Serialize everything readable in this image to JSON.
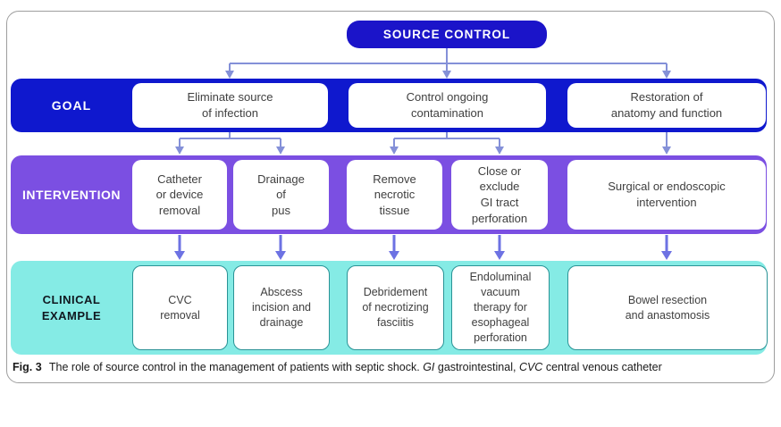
{
  "colors": {
    "source_control_bg": "#1b14c9",
    "goal_band_bg": "#0f18ce",
    "intervention_band_bg": "#7b4fe2",
    "clinical_band_bg": "#85ebe5",
    "upper_arrow": "#8490d8",
    "lower_arrow": "#6d72e3",
    "clinical_box_border": "#2a9396",
    "box_text": "#3f3f3f"
  },
  "diagram": {
    "root_label": "SOURCE CONTROL",
    "goal": {
      "row_label": "GOAL",
      "boxes": [
        "Eliminate source\nof infection",
        "Control ongoing\ncontamination",
        "Restoration of\nanatomy and function"
      ]
    },
    "intervention": {
      "row_label": "INTERVENTION",
      "boxes": [
        "Catheter\nor device\nremoval",
        "Drainage\nof\npus",
        "Remove\nnecrotic\ntissue",
        "Close or\nexclude\nGI tract\nperforation",
        "Surgical or endoscopic\nintervention"
      ]
    },
    "clinical_example": {
      "row_label": "CLINICAL\nEXAMPLE",
      "boxes": [
        "CVC\nremoval",
        "Abscess\nincision and\ndrainage",
        "Debridement\nof necrotizing\nfasciitis",
        "Endoluminal\nvacuum\ntherapy for\nesophageal\nperforation",
        "Bowel resection\nand anastomosis"
      ]
    }
  },
  "caption": {
    "fig_label": "Fig. 3",
    "body": "The role of source control in the management of patients with septic shock.",
    "abbr_gi": "GI",
    "abbr_gi_def": "gastrointestinal,",
    "abbr_cvc": "CVC",
    "abbr_cvc_def": "central venous catheter"
  }
}
